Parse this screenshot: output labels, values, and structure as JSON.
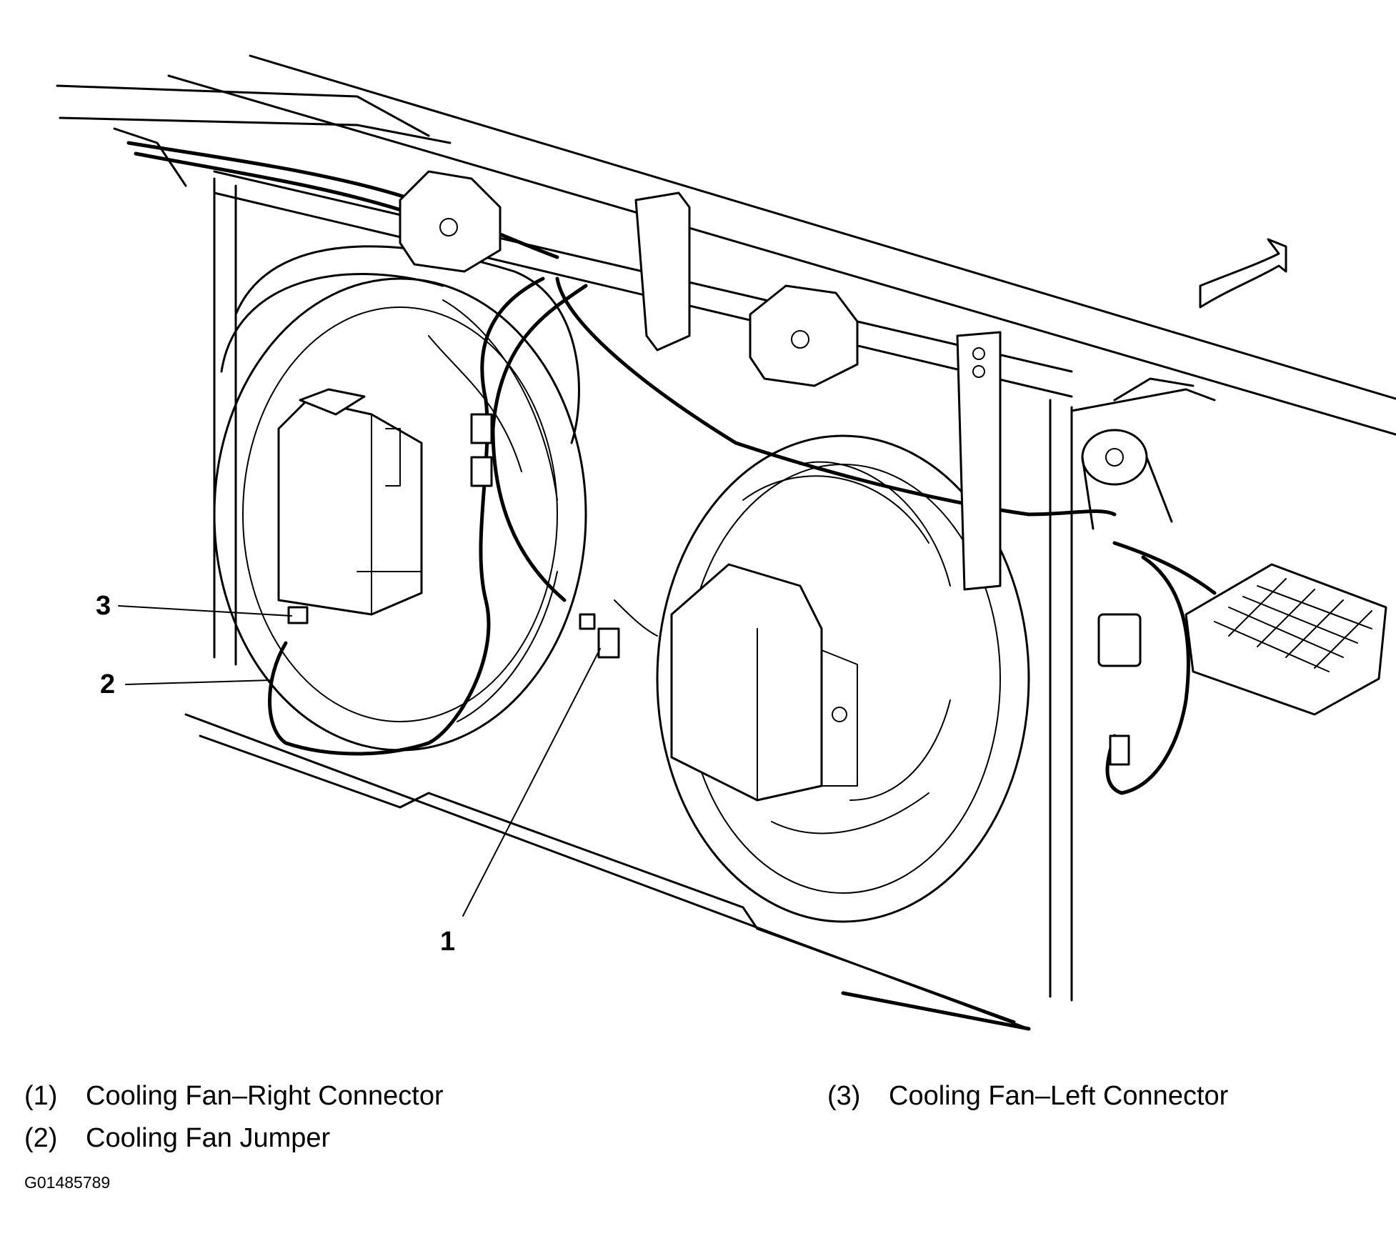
{
  "callouts": [
    {
      "num": "1",
      "text": "Cooling Fan–Right Connector"
    },
    {
      "num": "2",
      "text": "Cooling Fan Jumper"
    },
    {
      "num": "3",
      "text": "Cooling Fan–Left Connector"
    }
  ],
  "legend": [
    {
      "paren": "(1)",
      "text": "Cooling Fan–Right Connector"
    },
    {
      "paren": "(2)",
      "text": "Cooling Fan Jumper"
    },
    {
      "paren": "(3)",
      "text": "Cooling Fan–Left Connector"
    }
  ],
  "figure_id": "G01485789",
  "icons": [
    "direction-arrow-icon"
  ]
}
